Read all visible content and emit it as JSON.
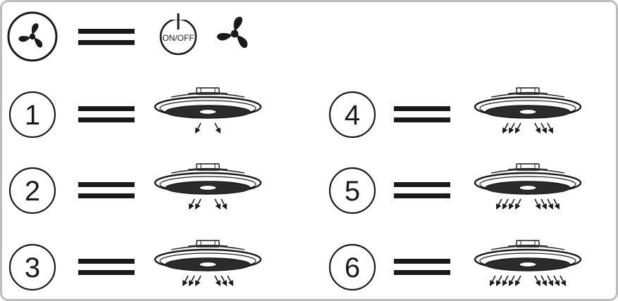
{
  "header": {
    "fan_button_icon": "fan-icon",
    "onoff_label": "ON/OFF",
    "fan_icon": "fan-icon"
  },
  "speeds": [
    {
      "label": "1",
      "arrow_count": 2
    },
    {
      "label": "2",
      "arrow_count": 4
    },
    {
      "label": "3",
      "arrow_count": 6
    },
    {
      "label": "4",
      "arrow_count": 6
    },
    {
      "label": "5",
      "arrow_count": 8
    },
    {
      "label": "6",
      "arrow_count": 10
    }
  ],
  "colors": {
    "stroke": "#1a1a1a",
    "frame": "#bdbdbd",
    "background": "#ffffff"
  }
}
